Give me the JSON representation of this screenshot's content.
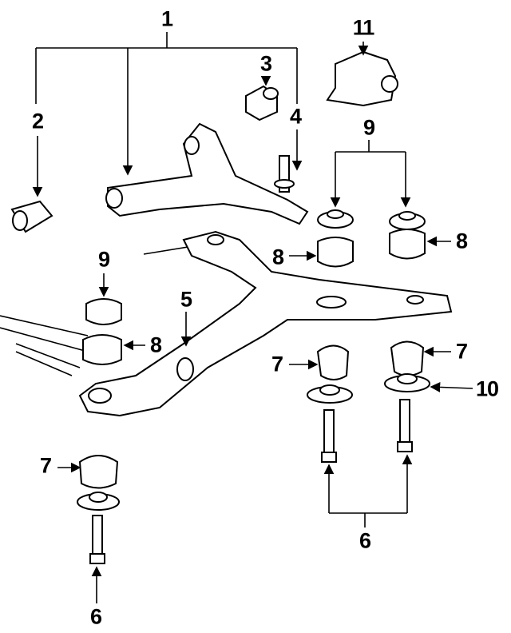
{
  "callouts": [
    "1",
    "2",
    "3",
    "4",
    "5",
    "6",
    "7",
    "8",
    "9",
    "10",
    "11"
  ],
  "colors": {
    "line": "#000000",
    "background": "#ffffff"
  }
}
